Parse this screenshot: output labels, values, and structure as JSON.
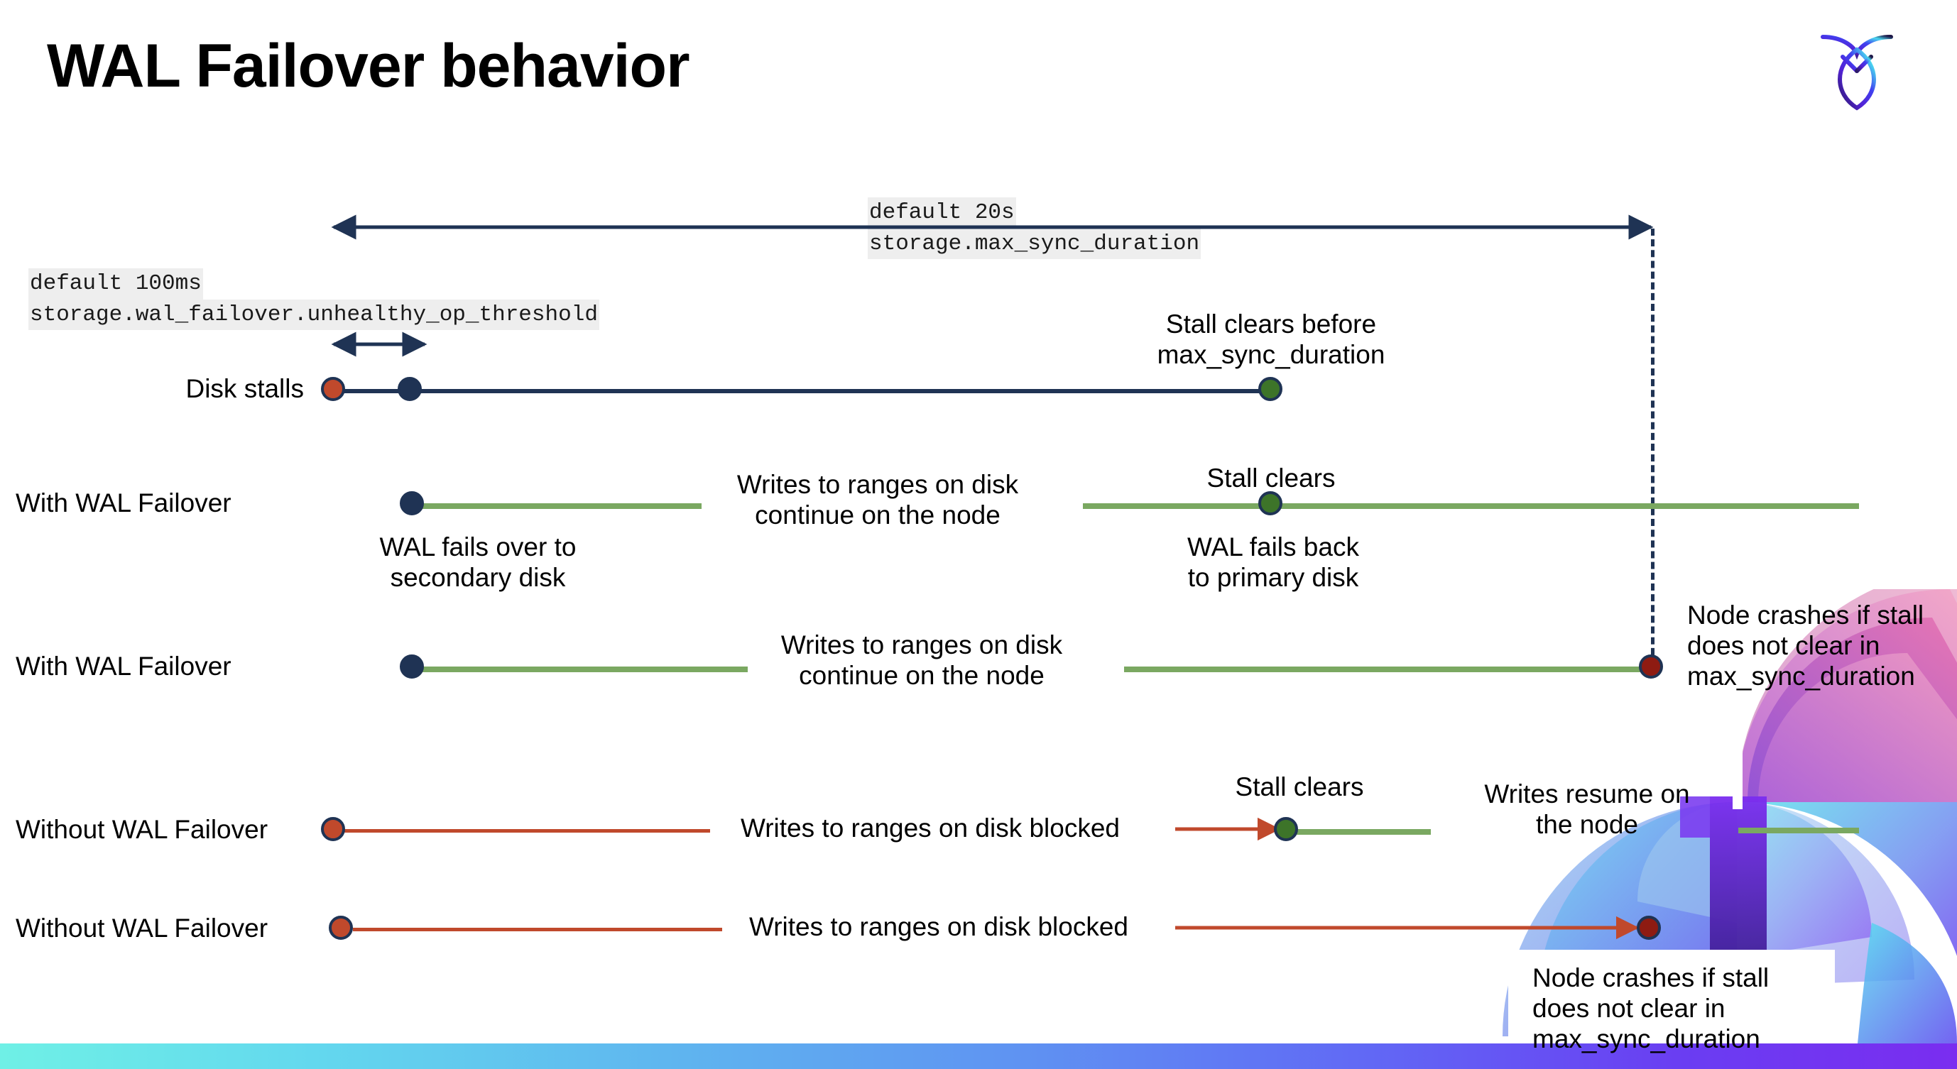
{
  "slide": {
    "title": "WAL Failover behavior",
    "logo_name": "cockroachdb-logo"
  },
  "settings": {
    "max_sync": {
      "default_line": "default 20s",
      "setting_line": "storage.max_sync_duration"
    },
    "unhealthy_op": {
      "default_line": "default 100ms",
      "setting_line": "storage.wal_failover.unhealthy_op_threshold"
    }
  },
  "rows": [
    {
      "id": "disk-stalls",
      "label": "Disk stalls",
      "annotation": "Stall clears before\nmax_sync_duration"
    },
    {
      "id": "with-wal-failover-clears",
      "label": "With WAL Failover",
      "start_note": "WAL fails over to\nsecondary disk",
      "mid_note": "Writes to ranges on disk\ncontinue on the node",
      "clear_note": "Stall clears",
      "end_note": "WAL fails  back\nto primary disk"
    },
    {
      "id": "with-wal-failover-crash",
      "label": "With WAL Failover",
      "mid_note": "Writes to ranges on disk\ncontinue on the node",
      "crash_note": "Node crashes if stall\ndoes not clear in\nmax_sync_duration"
    },
    {
      "id": "without-wal-failover-clears",
      "label": "Without WAL Failover",
      "mid_note": "Writes to ranges on disk  blocked",
      "clear_note": "Stall clears",
      "resume_note": "Writes resume on\nthe node"
    },
    {
      "id": "without-wal-failover-crash",
      "label": "Without WAL Failover",
      "mid_note": "Writes to ranges on disk  blocked",
      "crash_note": "Node crashes if stall\ndoes not clear in\nmax_sync_duration"
    }
  ],
  "colors": {
    "navy": "#1f3354",
    "orange": "#c0492c",
    "green_dot": "#3d7429",
    "green_line": "#7aa861",
    "dark_red": "#8e1b12",
    "code_bg": "#eeeeee",
    "bar_start": "#6ff0e6",
    "bar_end": "#7a2df0"
  }
}
